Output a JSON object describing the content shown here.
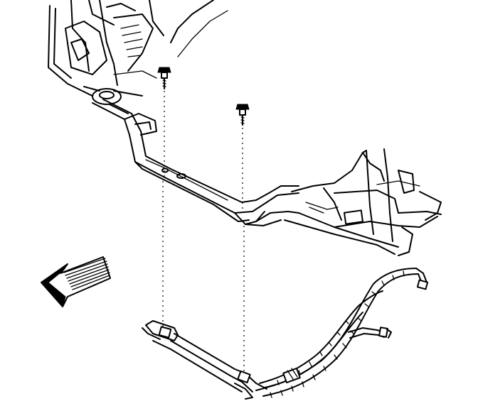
{
  "diagram": {
    "parts": [
      {
        "id": "frame-crossmember",
        "label": ""
      },
      {
        "id": "bolt-left",
        "label": ""
      },
      {
        "id": "bolt-right",
        "label": ""
      },
      {
        "id": "cooler-line-bracket",
        "label": ""
      },
      {
        "id": "transmission-cooler-lines",
        "label": ""
      },
      {
        "id": "front-direction-arrow",
        "label": ""
      }
    ],
    "colors": {
      "line": "#000000",
      "background": "#ffffff",
      "arrow_hatch": "#000000"
    }
  }
}
